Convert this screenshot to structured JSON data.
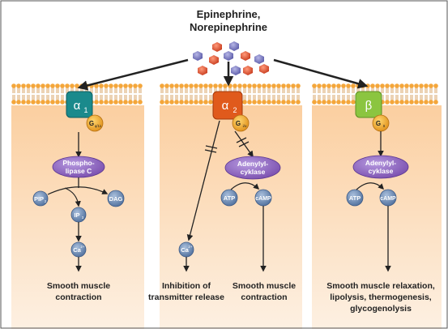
{
  "ligand": {
    "line1": "Epinephrine,",
    "line2": "Norepinephrine"
  },
  "receptors": [
    {
      "name": "α",
      "sub": "1",
      "gprotein": "G",
      "gsub": "q/11",
      "color": "#1a8a8c"
    },
    {
      "name": "α",
      "sub": "2",
      "gprotein": "G",
      "gsub": "i/o",
      "color": "#e05a1c"
    },
    {
      "name": "β",
      "sub": "",
      "gprotein": "G",
      "gsub": "s",
      "color": "#8bc540"
    }
  ],
  "pathway1": {
    "enzyme_l1": "Phospho-",
    "enzyme_l2": "lipase C",
    "pip": "PIP",
    "pip_sub": "2",
    "ip": "IP",
    "ip_sub": "3",
    "dag": "DAG",
    "ca": "Ca",
    "ca_sup": "2+",
    "result_l1": "Smooth muscle",
    "result_l2": "contraction"
  },
  "pathway2": {
    "ca": "Ca",
    "ca_sup": "2+",
    "left_result_l1": "Inhibition of",
    "left_result_l2": "transmitter release",
    "enzyme_l1": "Adenylyl-",
    "enzyme_l2": "cyklase",
    "atp": "ATP",
    "camp": "cAMP",
    "right_result_l1": "Smooth muscle",
    "right_result_l2": "contraction"
  },
  "pathway3": {
    "enzyme_l1": "Adenylyl-",
    "enzyme_l2": "cyklase",
    "atp": "ATP",
    "camp": "cAMP",
    "result_l1": "Smooth muscle relaxation,",
    "result_l2": "lipolysis, thermogenesis,",
    "result_l3": "glycogenolysis"
  },
  "colors": {
    "cell_bg": "#fbd7b0",
    "membrane_head": "#f4a63a",
    "enzyme": "#8a63b8",
    "small_node": "#6f8fb8",
    "gprotein": "#f0b02c"
  }
}
